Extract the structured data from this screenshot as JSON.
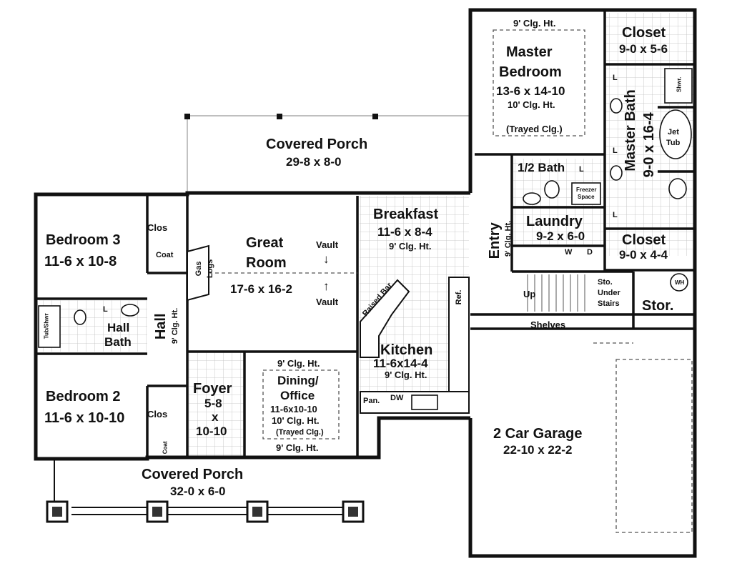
{
  "rooms": {
    "covered_porch_rear": {
      "name": "Covered Porch",
      "dim": "29-8 x 8-0"
    },
    "master_bedroom": {
      "name1": "Master",
      "name2": "Bedroom",
      "dim": "13-6 x 14-10",
      "clg": "10' Clg. Ht.",
      "note": "(Trayed Clg.)",
      "top_clg": "9' Clg. Ht."
    },
    "closet_top": {
      "name": "Closet",
      "dim": "9-0 x 5-6"
    },
    "master_bath": {
      "name": "Master Bath",
      "dim": "9-0 x 16-4",
      "shower": "Shwr.",
      "jet_tub1": "Jet",
      "jet_tub2": "Tub",
      "l1": "L",
      "l2": "L",
      "l3": "L"
    },
    "half_bath": {
      "name": "1/2 Bath",
      "l": "L"
    },
    "laundry": {
      "name": "Laundry",
      "dim": "9-2 x 6-0",
      "w": "W",
      "d": "D",
      "freezer1": "Freezer",
      "freezer2": "Space"
    },
    "closet_mid": {
      "name": "Closet",
      "dim": "9-0 x 4-4"
    },
    "entry": {
      "name": "Entry",
      "clg": "9' Clg. Ht."
    },
    "stairs": {
      "up": "Up",
      "sto1": "Sto.",
      "sto2": "Under",
      "sto3": "Stairs",
      "shelves": "Shelves"
    },
    "storage": {
      "name": "Stor.",
      "wh": "WH"
    },
    "bedroom3": {
      "name": "Bedroom 3",
      "dim": "11-6 x 10-8",
      "clos": "Clos",
      "coat": "Coat"
    },
    "great_room": {
      "name1": "Great",
      "name2": "Room",
      "dim": "17-6 x 16-2",
      "vault_top": "Vault",
      "vault_bottom": "Vault",
      "gas1": "Gas",
      "gas2": "Logs"
    },
    "breakfast": {
      "name": "Breakfast",
      "dim": "11-6 x 8-4",
      "clg": "9' Clg. Ht."
    },
    "kitchen": {
      "name": "Kitchen",
      "dim": "11-6x14-4",
      "clg": "9' Clg. Ht.",
      "raised_bar": "Raised Bar",
      "ref": "Ref.",
      "pan": "Pan.",
      "dw": "DW"
    },
    "hall": {
      "name": "Hall",
      "clg": "9' Clg. Ht."
    },
    "hall_bath": {
      "name1": "Hall",
      "name2": "Bath",
      "tub": "Tub/Shwr",
      "l": "L"
    },
    "bedroom2": {
      "name": "Bedroom 2",
      "dim": "11-6 x 10-10",
      "clos": "Clos",
      "coat": "Coat"
    },
    "foyer": {
      "name": "Foyer",
      "d1": "5-8",
      "d2": "x",
      "d3": "10-10"
    },
    "dining": {
      "top_clg": "9' Clg. Ht.",
      "name1": "Dining/",
      "name2": "Office",
      "dim": "11-6x10-10",
      "clg": "10' Clg. Ht.",
      "note": "(Trayed Clg.)",
      "bottom_clg": "9' Clg. Ht."
    },
    "garage": {
      "name": "2 Car Garage",
      "dim": "22-10 x 22-2"
    },
    "covered_porch_front": {
      "name": "Covered Porch",
      "dim": "32-0 x 6-0"
    }
  },
  "colors": {
    "wall": "#111111",
    "floor_tile": "#e6e6e6",
    "background": "#ffffff"
  }
}
